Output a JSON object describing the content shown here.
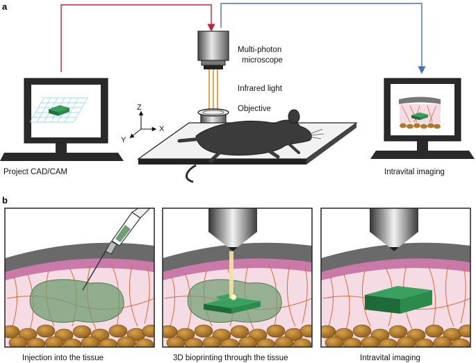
{
  "panel_a": {
    "letter": "a",
    "microscope_label_line1": "Multi-photon",
    "microscope_label_line2": "microscope",
    "light_label": "Infrared light",
    "objective_label": "Objective",
    "left_monitor_caption": "Project CAD/CAM",
    "right_monitor_caption": "Intravital imaging",
    "axes": {
      "z": "Z",
      "y": "Y",
      "x": "X"
    },
    "colors": {
      "signal_out": "#c0233a",
      "signal_in": "#4a6fb5",
      "laser": "#e3a64a"
    }
  },
  "panel_b": {
    "letter": "b",
    "captions": [
      "Injection into the tissue",
      "3D bioprinting through the tissue",
      "Intravital imaging"
    ],
    "colors": {
      "skin": "#6a6a6a",
      "dermis": "#f5dbe3",
      "vessel": "#d96a3a",
      "fat": "#b07a2a",
      "bioink": "#6f9e72",
      "print": "#2f8a4a"
    }
  }
}
